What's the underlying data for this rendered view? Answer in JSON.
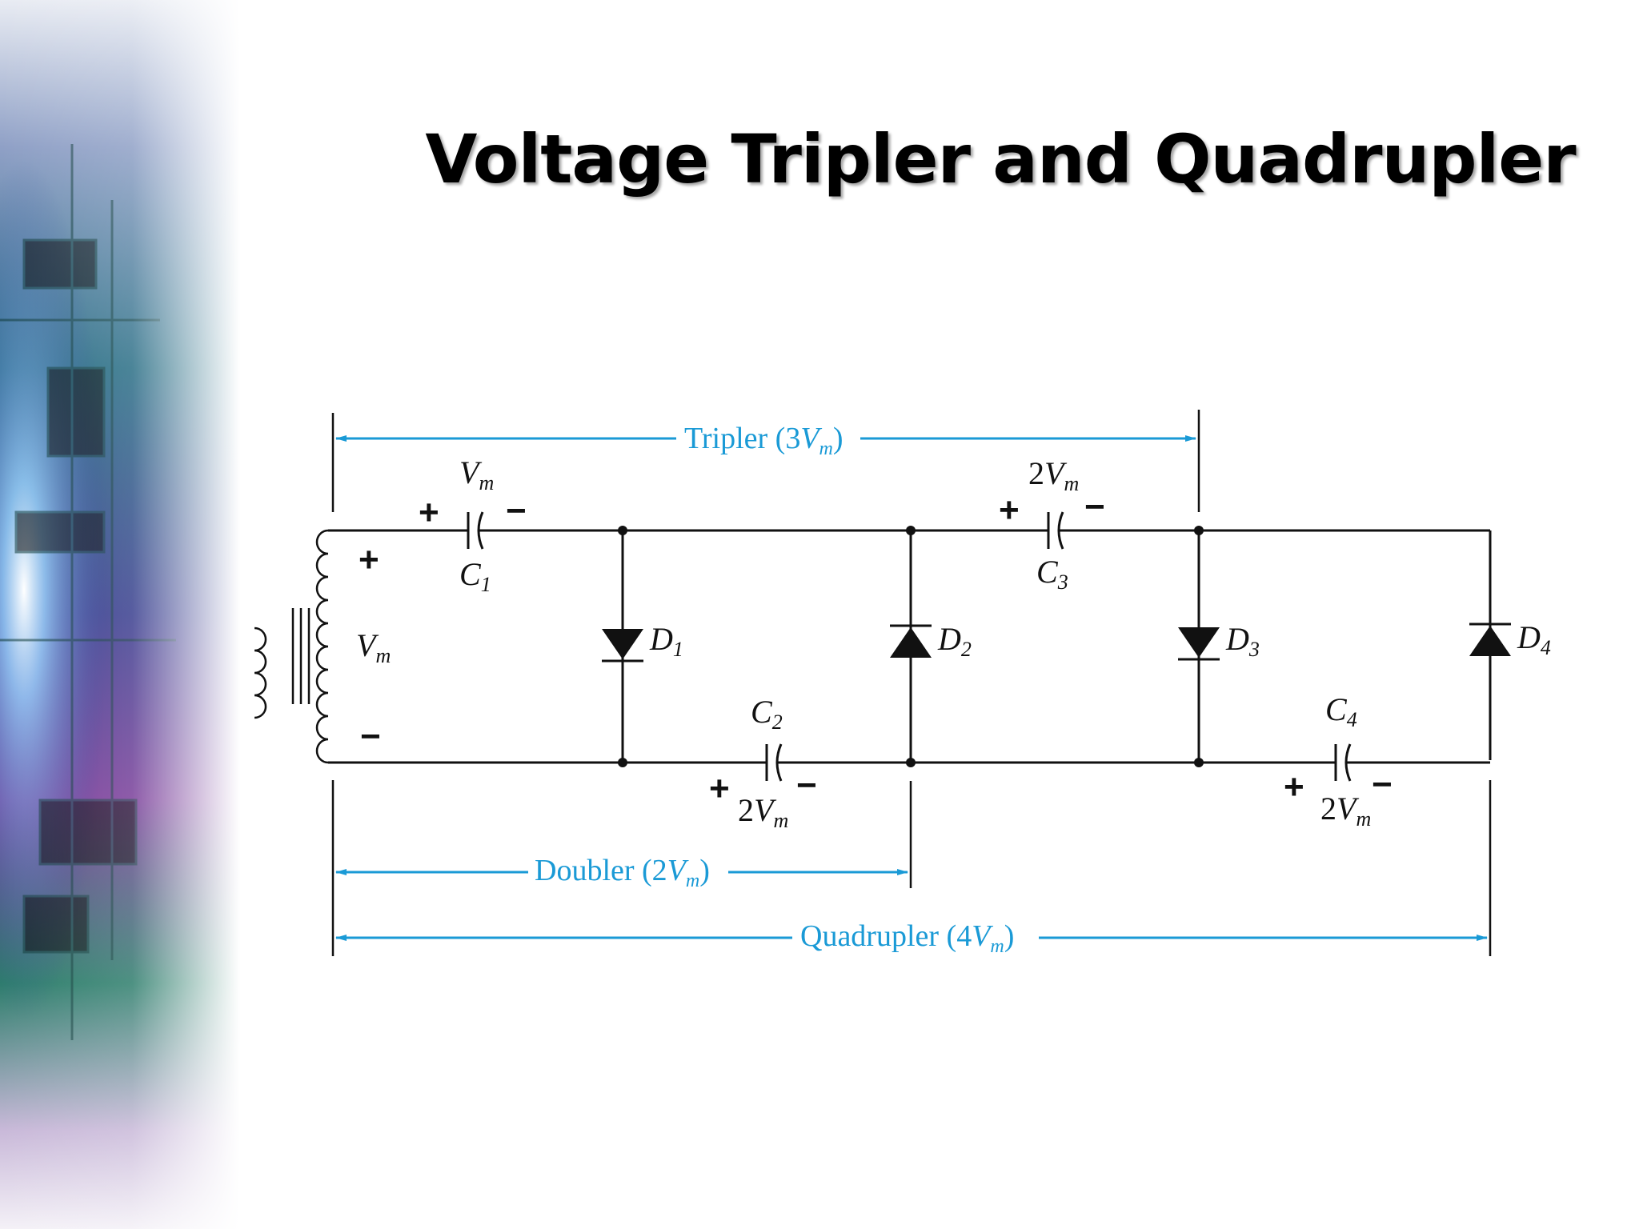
{
  "slide": {
    "title": "Voltage Tripler and Quadrupler"
  },
  "colors": {
    "wire": "#111111",
    "dimension": "#1a9ad6",
    "background": "#ffffff"
  },
  "circuit": {
    "source": {
      "label": "V",
      "sub": "m",
      "plus": "+",
      "minus": "−"
    },
    "capacitors": [
      {
        "id": "C1",
        "name": "C",
        "sub": "1",
        "value_prefix": "",
        "value": "V",
        "value_sub": "m",
        "plus": "+",
        "minus": "−"
      },
      {
        "id": "C2",
        "name": "C",
        "sub": "2",
        "value_prefix": "2",
        "value": "V",
        "value_sub": "m",
        "plus": "+",
        "minus": "−"
      },
      {
        "id": "C3",
        "name": "C",
        "sub": "3",
        "value_prefix": "2",
        "value": "V",
        "value_sub": "m",
        "plus": "+",
        "minus": "−"
      },
      {
        "id": "C4",
        "name": "C",
        "sub": "4",
        "value_prefix": "2",
        "value": "V",
        "value_sub": "m",
        "plus": "+",
        "minus": "−"
      }
    ],
    "diodes": [
      {
        "id": "D1",
        "name": "D",
        "sub": "1"
      },
      {
        "id": "D2",
        "name": "D",
        "sub": "2"
      },
      {
        "id": "D3",
        "name": "D",
        "sub": "3"
      },
      {
        "id": "D4",
        "name": "D",
        "sub": "4"
      }
    ],
    "dimensions": {
      "tripler": {
        "text": "Tripler (3",
        "var": "V",
        "sub": "m",
        "close": ")"
      },
      "doubler": {
        "text": "Doubler (2",
        "var": "V",
        "sub": "m",
        "close": ")"
      },
      "quadrupler": {
        "text": "Quadrupler (4",
        "var": "V",
        "sub": "m",
        "close": ")"
      }
    }
  }
}
